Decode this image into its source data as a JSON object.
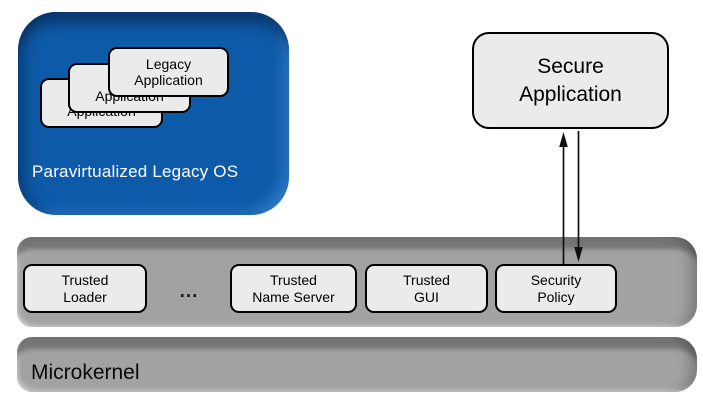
{
  "diagram": {
    "legacy_os": {
      "label": "Paravirtualized Legacy OS",
      "stack": [
        {
          "label": "Legacy\nApplication"
        },
        {
          "label": "Legacy\nApplication"
        },
        {
          "label": "Legacy\nApplication"
        }
      ]
    },
    "secure_application": {
      "label": "Secure\nApplication"
    },
    "services_bar": {
      "items": [
        {
          "label": "Trusted\nLoader"
        },
        {
          "label": "..."
        },
        {
          "label": "Trusted\nName Server"
        },
        {
          "label": "Trusted\nGUI"
        },
        {
          "label": "Security\nPolicy"
        }
      ]
    },
    "microkernel": {
      "label": "Microkernel"
    },
    "colors": {
      "legacy_os_blue": "#0D5AA8",
      "legacy_os_blue_dark_bevel": "#123A6B",
      "legacy_os_blue_light_bevel": "#2068B4",
      "bar_gray": "#A2A2A2",
      "bar_gray_dark_bevel": "#7A7A7A",
      "box_fill": "#EBEBEB",
      "box_border": "#000000",
      "label_on_blue": "#FFFFFF"
    }
  }
}
